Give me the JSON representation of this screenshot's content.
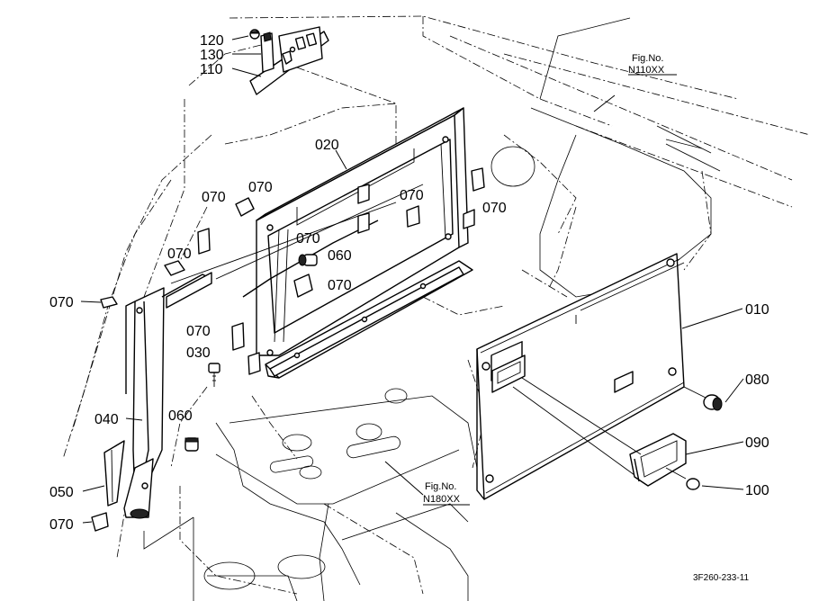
{
  "part_labels": [
    {
      "id": "p120",
      "text": "120"
    },
    {
      "id": "p130",
      "text": "130"
    },
    {
      "id": "p110",
      "text": "110"
    },
    {
      "id": "p020",
      "text": "020"
    },
    {
      "id": "p070a",
      "text": "070"
    },
    {
      "id": "p070b",
      "text": "070"
    },
    {
      "id": "p070c",
      "text": "070"
    },
    {
      "id": "p070d",
      "text": "070"
    },
    {
      "id": "p070e",
      "text": "070"
    },
    {
      "id": "p070f",
      "text": "070"
    },
    {
      "id": "p070g",
      "text": "070"
    },
    {
      "id": "p070h",
      "text": "070"
    },
    {
      "id": "p070i",
      "text": "070"
    },
    {
      "id": "p070j",
      "text": "070"
    },
    {
      "id": "p060a",
      "text": "060"
    },
    {
      "id": "p030",
      "text": "030"
    },
    {
      "id": "p040",
      "text": "040"
    },
    {
      "id": "p060b",
      "text": "060"
    },
    {
      "id": "p050",
      "text": "050"
    },
    {
      "id": "p010",
      "text": "010"
    },
    {
      "id": "p080",
      "text": "080"
    },
    {
      "id": "p090",
      "text": "090"
    },
    {
      "id": "p100",
      "text": "100"
    }
  ],
  "figure_refs": [
    {
      "line1": "Fig.No.",
      "line2": "N110XX"
    },
    {
      "line1": "Fig.No.",
      "line2": "N180XX"
    }
  ],
  "drawing_code": "3F260-233-11"
}
